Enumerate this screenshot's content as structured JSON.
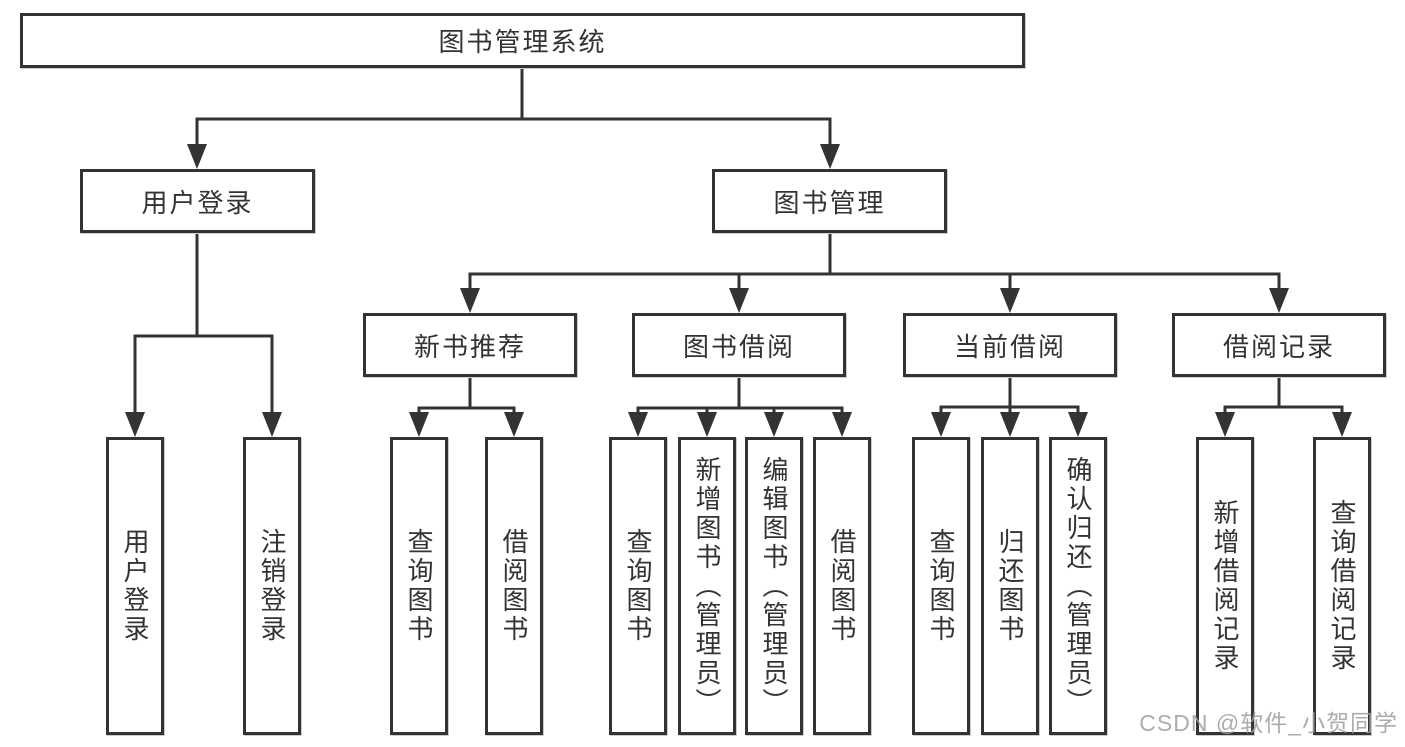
{
  "diagram": {
    "root": {
      "label": "图书管理系统"
    },
    "level2": [
      {
        "label": "用户登录"
      },
      {
        "label": "图书管理"
      }
    ],
    "level3": [
      {
        "label": "新书推荐"
      },
      {
        "label": "图书借阅"
      },
      {
        "label": "当前借阅"
      },
      {
        "label": "借阅记录"
      }
    ],
    "leaves": [
      {
        "label": "用户登录",
        "parent": "用户登录"
      },
      {
        "label": "注销登录",
        "parent": "用户登录"
      },
      {
        "label": "查询图书",
        "parent": "新书推荐"
      },
      {
        "label": "借阅图书",
        "parent": "新书推荐"
      },
      {
        "label": "查询图书",
        "parent": "图书借阅"
      },
      {
        "label": "新增图书（管理员）",
        "parent": "图书借阅"
      },
      {
        "label": "编辑图书（管理员）",
        "parent": "图书借阅"
      },
      {
        "label": "借阅图书",
        "parent": "图书借阅"
      },
      {
        "label": "查询图书",
        "parent": "当前借阅"
      },
      {
        "label": "归还图书",
        "parent": "当前借阅"
      },
      {
        "label": "确认归还（管理员）",
        "parent": "当前借阅"
      },
      {
        "label": "新增借阅记录",
        "parent": "借阅记录"
      },
      {
        "label": "查询借阅记录",
        "parent": "借阅记录"
      }
    ]
  },
  "watermark": "CSDN @软件_小贺同学",
  "colors": {
    "line": "#333333",
    "text": "#333333",
    "box_background": "#ffffff",
    "watermark": "#9e9e9e",
    "background": "#ffffff"
  }
}
